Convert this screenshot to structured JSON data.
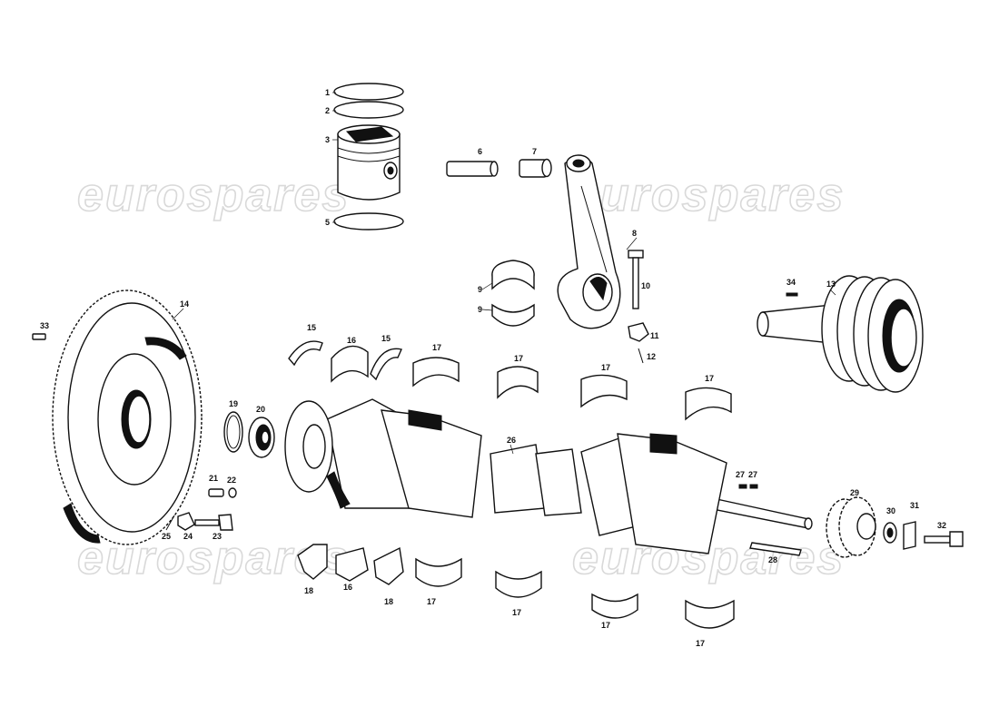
{
  "watermark": {
    "text": "eurospares"
  },
  "callouts": {
    "c1": "1",
    "c2": "2",
    "c3": "3",
    "c5": "5",
    "c6": "6",
    "c7": "7",
    "c8": "8",
    "c9a": "9",
    "c9b": "9",
    "c10": "10",
    "c11": "11",
    "c12": "12",
    "c13": "13",
    "c14": "14",
    "c15a": "15",
    "c15b": "15",
    "c16a": "16",
    "c16b": "16",
    "c17a": "17",
    "c17b": "17",
    "c17c": "17",
    "c17d": "17",
    "c17e": "17",
    "c17f": "17",
    "c17g": "17",
    "c17h": "17",
    "c18a": "18",
    "c18b": "18",
    "c19": "19",
    "c20": "20",
    "c21": "21",
    "c22": "22",
    "c23": "23",
    "c24": "24",
    "c25": "25",
    "c26": "26",
    "c27a": "27",
    "c27b": "27",
    "c28": "28",
    "c29": "29",
    "c30": "30",
    "c31": "31",
    "c32": "32",
    "c33": "33",
    "c34": "34"
  }
}
